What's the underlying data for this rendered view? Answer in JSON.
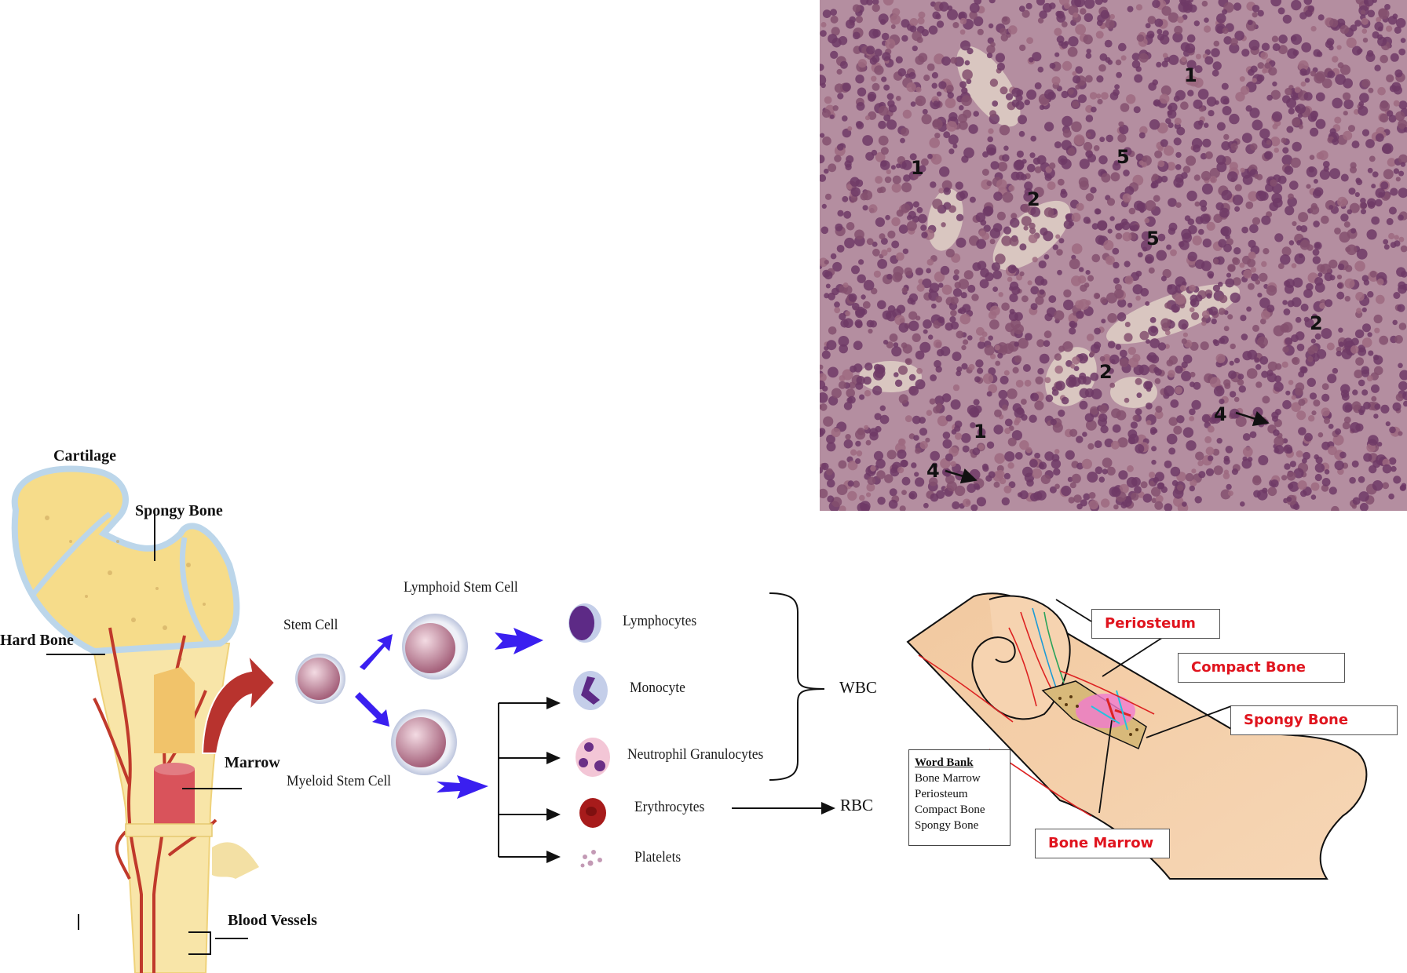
{
  "bone_diagram": {
    "labels": {
      "cartilage": "Cartilage",
      "spongy_bone": "Spongy Bone",
      "hard_bone": "Hard Bone",
      "marrow": "Marrow",
      "blood_vessels": "Blood Vessels"
    },
    "colors": {
      "bone": "#f6dc8a",
      "cartilage": "#bcd6ea",
      "vessel": "#c0392b",
      "marrow": "#d9535b"
    }
  },
  "hematopoiesis": {
    "stem_cell": "Stem Cell",
    "lymphoid_stem_cell": "Lymphoid Stem Cell",
    "myeloid_stem_cell": "Myeloid Stem Cell",
    "cells": [
      {
        "name": "Lymphocytes",
        "icon": "lymphocyte-icon"
      },
      {
        "name": "Monocyte",
        "icon": "monocyte-icon"
      },
      {
        "name": "Neutrophil Granulocytes",
        "icon": "neutrophil-icon"
      },
      {
        "name": "Erythrocytes",
        "icon": "erythrocyte-icon"
      },
      {
        "name": "Platelets",
        "icon": "platelets-icon"
      }
    ],
    "groups": {
      "wbc": "WBC",
      "rbc": "RBC"
    },
    "colors": {
      "flow_arrow": "#3a1ff0",
      "big_arrow": "#b8332e"
    }
  },
  "micrograph": {
    "labels": [
      {
        "num": "1"
      },
      {
        "num": "1"
      },
      {
        "num": "1"
      },
      {
        "num": "2"
      },
      {
        "num": "2"
      },
      {
        "num": "2"
      },
      {
        "num": "4"
      },
      {
        "num": "4"
      },
      {
        "num": "5"
      },
      {
        "num": "5"
      }
    ]
  },
  "long_bone_diagram": {
    "labels": {
      "periosteum": "Periosteum",
      "compact_bone": "Compact Bone",
      "spongy_bone": "Spongy Bone",
      "bone_marrow": "Bone Marrow"
    },
    "word_bank": {
      "title": "Word Bank",
      "items": [
        "Bone Marrow",
        "Periosteum",
        "Compact Bone",
        "Spongy Bone"
      ]
    },
    "colors": {
      "label_text": "#e0141e",
      "bone_fill": "#f2c9a0"
    }
  }
}
